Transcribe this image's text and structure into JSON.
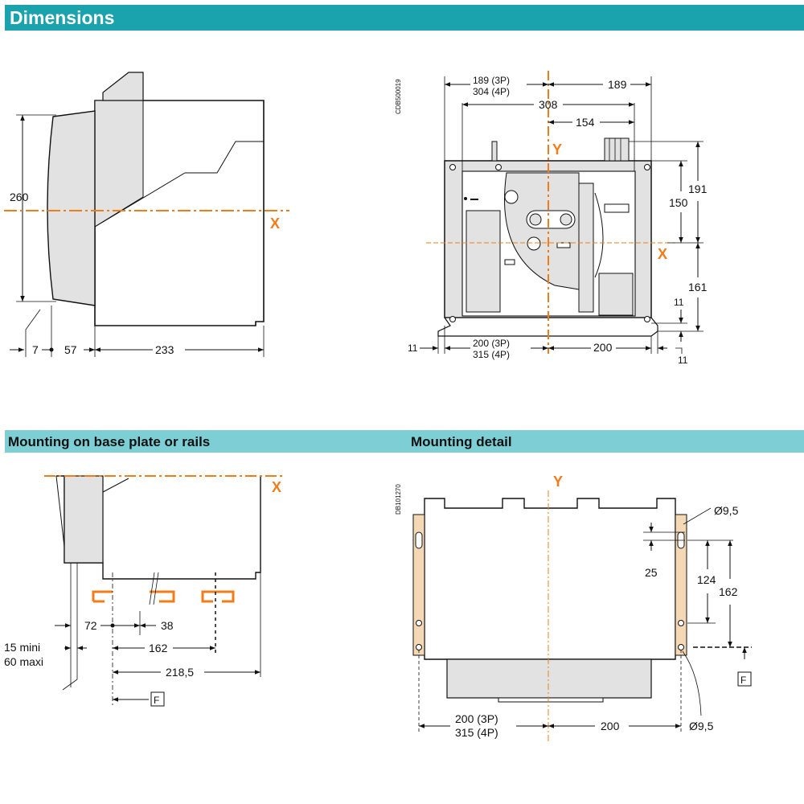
{
  "header": {
    "title": "Dimensions"
  },
  "sections": {
    "mounting_base": "Mounting on base plate or rails",
    "mounting_detail": "Mounting detail"
  },
  "side_view": {
    "height": "260",
    "dims": [
      "7",
      "57",
      "233"
    ],
    "axis": "X"
  },
  "front_view": {
    "code": "CDB500019",
    "top_left_1": "189 (3P)",
    "top_left_2": "304 (4P)",
    "top_right": "189",
    "width_308": "308",
    "width_154": "154",
    "right_191": "191",
    "right_150": "150",
    "right_161": "161",
    "right_11": "11",
    "bottom_left_1": "200 (3P)",
    "bottom_left_2": "315 (4P)",
    "bottom_right": "200",
    "left_11": "11",
    "corner_11": "11",
    "axis_y": "Y",
    "axis_x": "X"
  },
  "base_plate_view": {
    "axis": "X",
    "d72": "72",
    "d38": "38",
    "d162": "162",
    "d2185": "218,5",
    "mini": "15 mini",
    "maxi": "60 maxi",
    "f_label": "F"
  },
  "detail_view": {
    "code": "DB101270",
    "axis_y": "Y",
    "hole_top": "Ø9,5",
    "hole_bottom": "Ø9,5",
    "d25": "25",
    "d124": "124",
    "d162": "162",
    "f_label": "F",
    "bottom_left_1": "200 (3P)",
    "bottom_left_2": "315 (4P)",
    "bottom_right": "200"
  },
  "colors": {
    "header": "#1aa3ad",
    "subheader": "#7ecfd5",
    "axis": "#f07d1a",
    "panel": "#e2e2e2",
    "rail": "#f5d8b5"
  }
}
